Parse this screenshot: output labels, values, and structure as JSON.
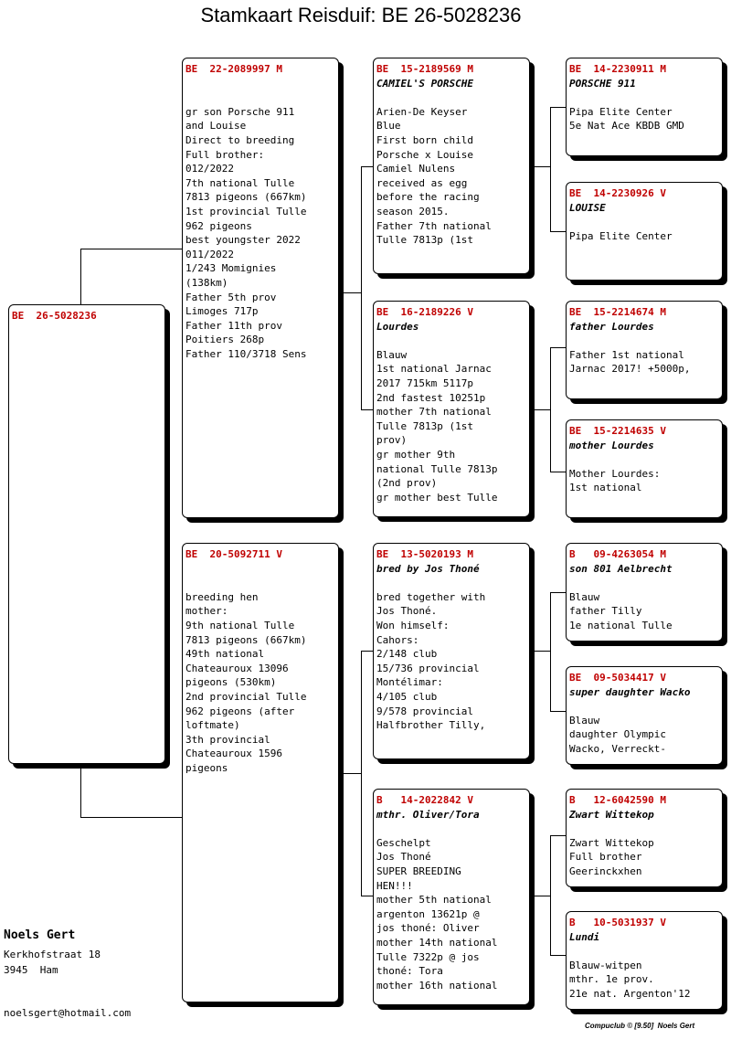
{
  "title": "Stamkaart Reisduif: BE  26-5028236",
  "subject": {
    "ring": "BE  26-5028236",
    "name": "",
    "notes": ""
  },
  "father": {
    "ring": "BE  22-2089997 M",
    "name": "",
    "notes": "gr son Porsche 911\nand Louise\nDirect to breeding\nFull brother:\n012/2022\n7th national Tulle\n7813 pigeons (667km)\n1st provincial Tulle\n962 pigeons\nbest youngster 2022\n011/2022\n1/243 Momignies\n(138km)\nFather 5th prov\nLimoges 717p\nFather 11th prov\nPoitiers 268p\nFather 110/3718 Sens"
  },
  "mother": {
    "ring": "BE  20-5092711 V",
    "name": "",
    "notes": "breeding hen\nmother:\n9th national Tulle\n7813 pigeons (667km)\n49th national\nChateauroux 13096\npigeons (530km)\n2nd provincial Tulle\n962 pigeons (after\nloftmate)\n3th provincial\nChateauroux 1596\npigeons"
  },
  "ff": {
    "ring": "BE  15-2189569 M",
    "name": "CAMIEL'S PORSCHE",
    "notes": "Arien-De Keyser\nBlue\nFirst born child\nPorsche x Louise\nCamiel Nulens\nreceived as egg\nbefore the racing\nseason 2015.\nFather 7th national\nTulle 7813p (1st"
  },
  "fm": {
    "ring": "BE  16-2189226 V",
    "name": "Lourdes",
    "notes": "Blauw\n1st national Jarnac\n2017 715km 5117p\n2nd fastest 10251p\nmother 7th national\nTulle 7813p (1st\nprov)\ngr mother 9th\nnational Tulle 7813p\n(2nd prov)\ngr mother best Tulle"
  },
  "mf": {
    "ring": "BE  13-5020193 M",
    "name": "bred by Jos Thoné",
    "notes": "bred together with\nJos Thoné.\nWon himself:\nCahors:\n2/148 club\n15/736 provincial\nMontélimar:\n4/105 club\n9/578 provincial\nHalfbrother Tilly,"
  },
  "mm": {
    "ring": "B   14-2022842 V",
    "name": "mthr. Oliver/Tora",
    "notes": "Geschelpt\nJos Thoné\nSUPER BREEDING\nHEN!!!\nmother 5th national\nargenton 13621p @\njos thoné: Oliver\nmother 14th national\nTulle 7322p @ jos\nthoné: Tora\nmother 16th national"
  },
  "fff": {
    "ring": "BE  14-2230911 M",
    "name": "PORSCHE 911",
    "notes": "Pipa Elite Center\n5e Nat Ace KBDB GMD"
  },
  "ffm": {
    "ring": "BE  14-2230926 V",
    "name": "LOUISE",
    "notes": "Pipa Elite Center"
  },
  "fmf": {
    "ring": "BE  15-2214674 M",
    "name": "father Lourdes",
    "notes": "Father 1st national\nJarnac 2017! +5000p,"
  },
  "fmm": {
    "ring": "BE  15-2214635 V",
    "name": "mother Lourdes",
    "notes": "Mother Lourdes:\n1st national"
  },
  "mff": {
    "ring": "B   09-4263054 M",
    "name": "son 801 Aelbrecht",
    "notes": "Blauw\nfather Tilly\n1e national Tulle"
  },
  "mfm": {
    "ring": "BE  09-5034417 V",
    "name": "super daughter Wacko",
    "notes": "Blauw\ndaughter Olympic\nWacko, Verreckt-"
  },
  "mmf": {
    "ring": "B   12-6042590 M",
    "name": "Zwart Wittekop",
    "notes": "Zwart Wittekop\nFull brother\nGeerinckxhen"
  },
  "mmm": {
    "ring": "B   10-5031937 V",
    "name": "Lundi",
    "notes": "Blauw-witpen\nmthr. 1e prov.\n21e nat. Argenton'12"
  },
  "owner": {
    "name": "Noels Gert",
    "street": "Kerkhofstraat 18",
    "city": "3945  Ham",
    "email": "noelsgert@hotmail.com"
  },
  "footer": "Compuclub © [9.50]  Noels Gert",
  "colors": {
    "ring": "#c00000",
    "border": "#000000",
    "shadow": "#000000"
  }
}
